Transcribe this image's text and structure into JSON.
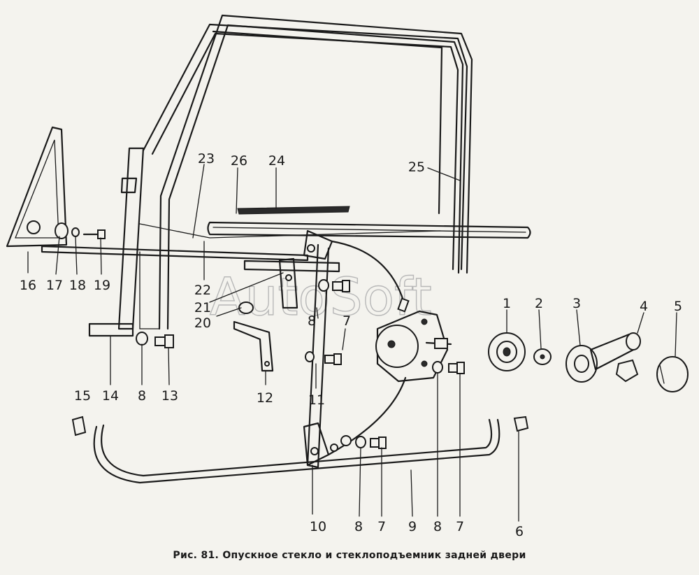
{
  "watermark": "AutoSoft",
  "caption": "Рис. 81. Опускное стекло и стеклоподъемник задней двери",
  "labels": {
    "p1": "1",
    "p2": "2",
    "p3": "3",
    "p4": "4",
    "p5": "5",
    "p6": "6",
    "p7a": "7",
    "p7b": "7",
    "p7c": "7",
    "p8a": "8",
    "p8b": "8",
    "p8c": "8",
    "p8d": "8",
    "p9": "9",
    "p10": "10",
    "p11": "11",
    "p12": "12",
    "p13": "13",
    "p14": "14",
    "p15": "15",
    "p16": "16",
    "p17": "17",
    "p18": "18",
    "p19": "19",
    "p20": "20",
    "p21": "21",
    "p22": "22",
    "p23": "23",
    "p24": "24",
    "p25": "25",
    "p26": "26"
  }
}
